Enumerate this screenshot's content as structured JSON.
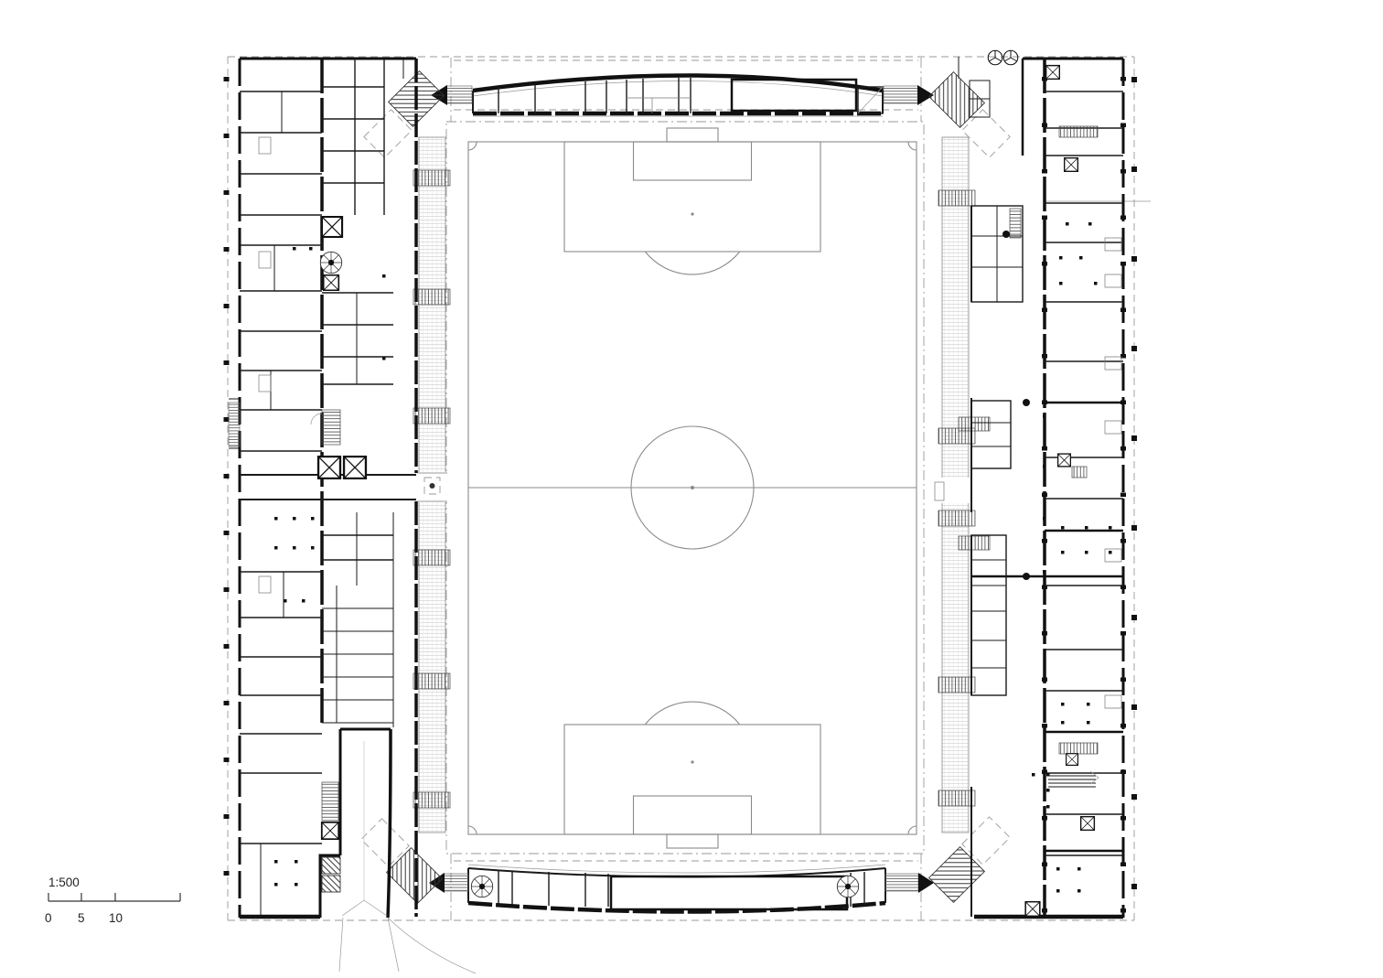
{
  "meta": {
    "drawing_type": "architectural floor plan",
    "subject": "stadium level plan: central football pitch surrounded by two building wings, curved grandstand buildings top and bottom, corner stairs",
    "paper_color": "#ffffff",
    "ink_color": "#1a1a1a",
    "pitch_line_color": "#8a8a8a",
    "boundary_dash_color": "#9a9a9a"
  },
  "scale_bar": {
    "ratio": "1:500",
    "ticks": [
      "0",
      "5",
      "10"
    ]
  },
  "symbols": [
    "tree-icon",
    "spiral-stair-icon",
    "shaft-x-icon",
    "stair-hatch",
    "tribune-seating-hatch",
    "entry-arrow"
  ]
}
